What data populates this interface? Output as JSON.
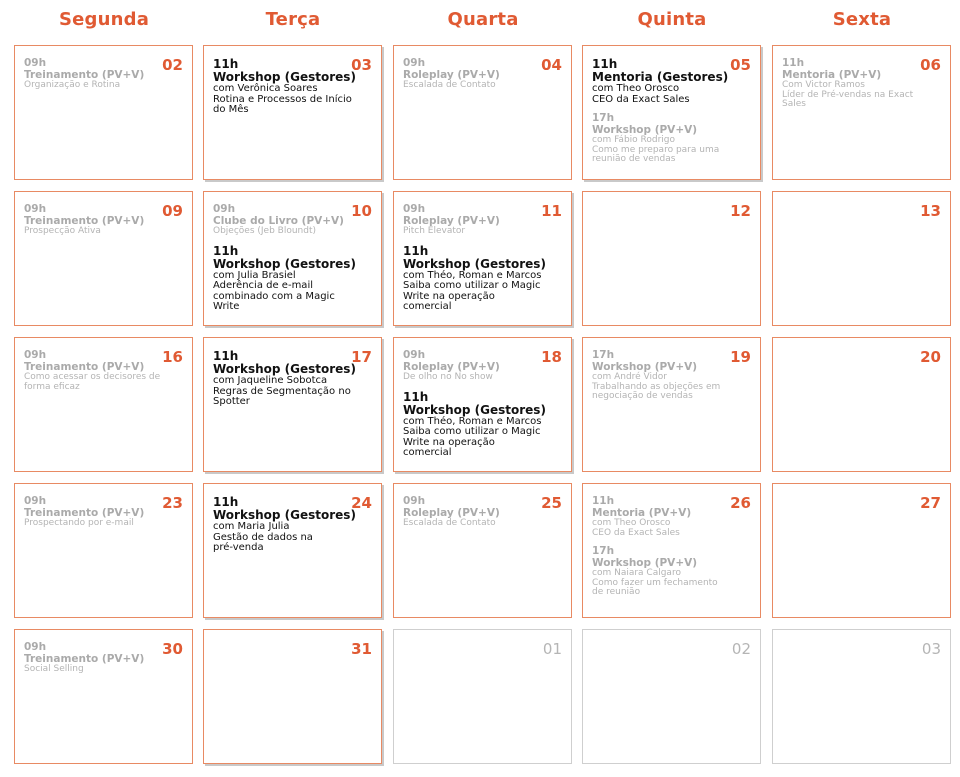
{
  "day_headers": [
    "Segunda",
    "Terça",
    "Quarta",
    "Quinta",
    "Sexta"
  ],
  "weeks": [
    [
      {
        "num": "02",
        "events": [
          {
            "time": "09h",
            "title": "Treinamento (PV+V)",
            "lines": [
              "Organização e Rotina"
            ],
            "style": "muted"
          }
        ]
      },
      {
        "num": "03",
        "events": [
          {
            "time": "11h",
            "title": "Workshop (Gestores)",
            "lines": [
              "com Verônica Soares",
              "Rotina e Processos de Início",
              "do Mês"
            ],
            "style": "main"
          }
        ]
      },
      {
        "num": "04",
        "events": [
          {
            "time": "09h",
            "title": "Roleplay (PV+V)",
            "lines": [
              "Escalada de Contato"
            ],
            "style": "muted"
          }
        ]
      },
      {
        "num": "05",
        "events": [
          {
            "time": "11h",
            "title": "Mentoria  (Gestores)",
            "lines": [
              "com Theo Orosco",
              "CEO da Exact Sales"
            ],
            "style": "main"
          },
          {
            "time": "17h",
            "title": "Workshop (PV+V)",
            "lines": [
              "com Fábio Rodrigo",
              "Como me preparo para uma",
              "reunião de vendas"
            ],
            "style": "muted"
          }
        ]
      },
      {
        "num": "06",
        "events": [
          {
            "time": "11h",
            "title": "Mentoria  (PV+V)",
            "lines": [
              "Com Victor Ramos",
              "Líder de Pré-vendas na Exact",
              "Sales"
            ],
            "style": "muted"
          }
        ]
      }
    ],
    [
      {
        "num": "09",
        "events": [
          {
            "time": "09h",
            "title": "Treinamento (PV+V)",
            "lines": [
              "Prospecção Ativa"
            ],
            "style": "muted"
          }
        ]
      },
      {
        "num": "10",
        "events": [
          {
            "time": "09h",
            "title": "Clube do Livro  (PV+V)",
            "lines": [
              "Objeções (Jeb Bloundt)"
            ],
            "style": "muted"
          },
          {
            "time": "11h",
            "title": "Workshop (Gestores)",
            "lines": [
              "com Julia Brasiel",
              "Aderência de e-mail",
              "combinado com a Magic Write"
            ],
            "style": "main"
          }
        ]
      },
      {
        "num": "11",
        "events": [
          {
            "time": "09h",
            "title": "Roleplay (PV+V)",
            "lines": [
              "Pitch Elevator"
            ],
            "style": "muted"
          },
          {
            "time": "11h",
            "title": "Workshop (Gestores)",
            "lines": [
              "com Théo, Roman e Marcos",
              "Saiba como utilizar o Magic",
              "Write na operação comercial"
            ],
            "style": "main"
          }
        ]
      },
      {
        "num": "12",
        "events": []
      },
      {
        "num": "13",
        "events": []
      }
    ],
    [
      {
        "num": "16",
        "events": [
          {
            "time": "09h",
            "title": "Treinamento (PV+V)",
            "lines": [
              "Como acessar os decisores de",
              "forma eficaz"
            ],
            "style": "muted"
          }
        ]
      },
      {
        "num": "17",
        "events": [
          {
            "time": "11h",
            "title": "Workshop (Gestores)",
            "lines": [
              "com Jaqueline Sobotca",
              "Regras de Segmentação no",
              "Spotter"
            ],
            "style": "main"
          }
        ]
      },
      {
        "num": "18",
        "events": [
          {
            "time": "09h",
            "title": "Roleplay (PV+V)",
            "lines": [
              "De olho no No show"
            ],
            "style": "muted"
          },
          {
            "time": "11h",
            "title": "Workshop (Gestores)",
            "lines": [
              "com Théo, Roman e Marcos",
              "Saiba como utilizar o Magic",
              "Write na operação comercial"
            ],
            "style": "main"
          }
        ]
      },
      {
        "num": "19",
        "events": [
          {
            "time": "17h",
            "title": "Workshop (PV+V)",
            "lines": [
              "com André Vidor",
              "Trabalhando as objeções em",
              "negociação de vendas"
            ],
            "style": "muted"
          }
        ]
      },
      {
        "num": "20",
        "events": []
      }
    ],
    [
      {
        "num": "23",
        "events": [
          {
            "time": "09h",
            "title": "Treinamento (PV+V)",
            "lines": [
              "Prospectando por e-mail"
            ],
            "style": "muted"
          }
        ]
      },
      {
        "num": "24",
        "events": [
          {
            "time": "11h",
            "title": "Workshop (Gestores)",
            "lines": [
              "com Maria Julia",
              "Gestão de dados na",
              "pré-venda"
            ],
            "style": "main"
          }
        ]
      },
      {
        "num": "25",
        "events": [
          {
            "time": "09h",
            "title": "Roleplay (PV+V)",
            "lines": [
              "Escalada de Contato"
            ],
            "style": "muted"
          }
        ]
      },
      {
        "num": "26",
        "events": [
          {
            "time": "11h",
            "title": "Mentoria  (PV+V)",
            "lines": [
              "com Theo Orosco",
              "CEO da Exact Sales"
            ],
            "style": "muted"
          },
          {
            "time": "17h",
            "title": "Workshop (PV+V)",
            "lines": [
              "com Naiara Calgaro",
              "Como fazer um fechamento",
              "de reunião"
            ],
            "style": "muted"
          }
        ]
      },
      {
        "num": "27",
        "events": []
      }
    ],
    [
      {
        "num": "30",
        "events": [
          {
            "time": "09h",
            "title": "Treinamento (PV+V)",
            "lines": [
              "Social Selling"
            ],
            "style": "muted"
          }
        ]
      },
      {
        "num": "31",
        "events": []
      },
      {
        "num": "01",
        "events": [],
        "other_month": true
      },
      {
        "num": "02",
        "events": [],
        "other_month": true
      },
      {
        "num": "03",
        "events": [],
        "other_month": true
      }
    ]
  ]
}
